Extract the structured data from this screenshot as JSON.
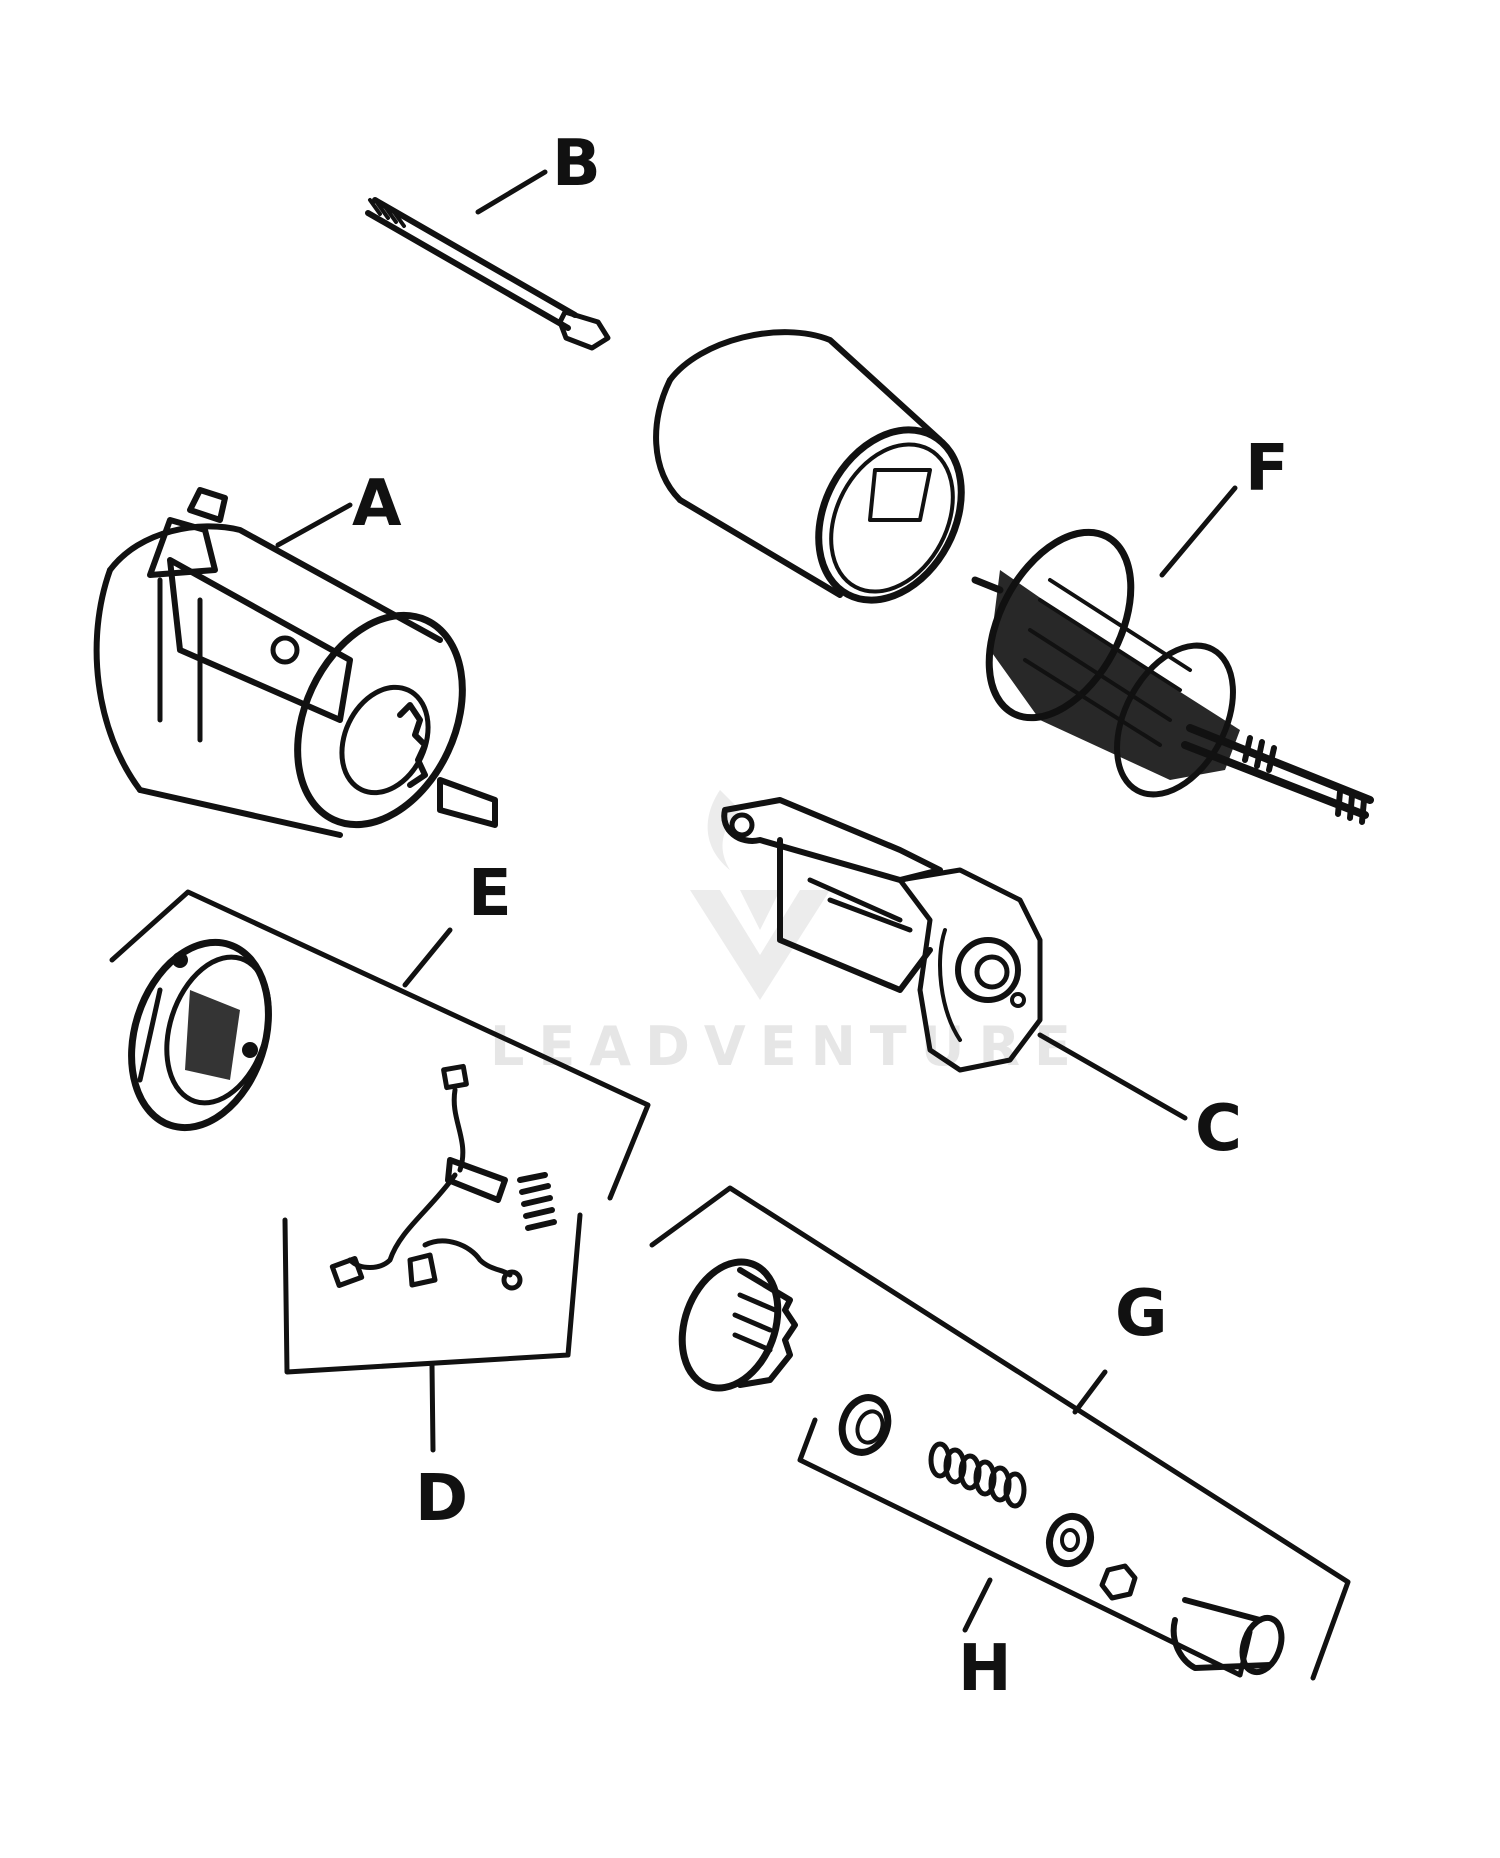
{
  "diagram": {
    "labels": [
      "A",
      "B",
      "C",
      "D",
      "E",
      "F",
      "G",
      "H"
    ]
  },
  "watermark": {
    "text": "LEADVENTURE",
    "color": "#e6e6e6",
    "icon": "leadventure-logo-icon"
  },
  "colors": {
    "ink": "#111111",
    "background": "#ffffff"
  }
}
